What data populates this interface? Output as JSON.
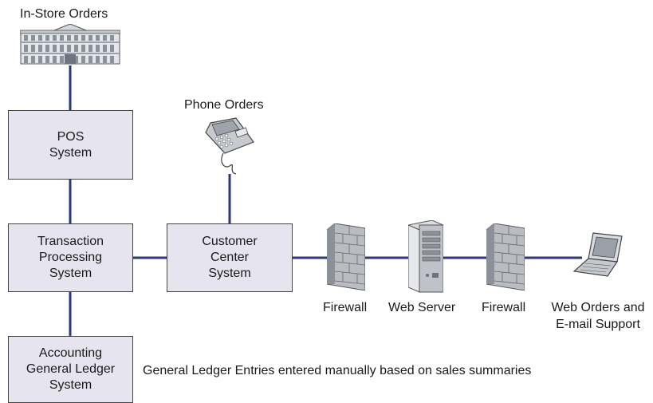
{
  "title": "In-Store Orders",
  "phone_label": "Phone Orders",
  "boxes": {
    "pos": "POS\nSystem",
    "tps": "Transaction\nProcessing\nSystem",
    "ccs": "Customer\nCenter\nSystem",
    "agl": "Accounting\nGeneral Ledger\nSystem"
  },
  "labels": {
    "firewall_left": "Firewall",
    "web_server": "Web Server",
    "firewall_right": "Firewall",
    "web_orders_line1": "Web Orders and",
    "web_orders_line2": "E-mail Support",
    "gl_note": "General Ledger Entries entered manually based on sales summaries"
  },
  "icons": {
    "store": "store-building-icon",
    "phone": "telephone-icon",
    "firewall": "brick-wall-icon",
    "server": "tower-server-icon",
    "laptop": "laptop-icon"
  },
  "colors": {
    "connector": "#2e3a78",
    "box_fill": "#e6e4ef",
    "box_border": "#444444"
  }
}
